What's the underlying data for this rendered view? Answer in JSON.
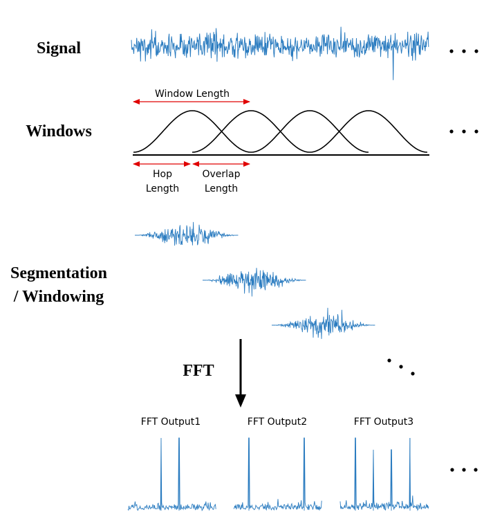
{
  "labels": {
    "signal": "Signal",
    "windows": "Windows",
    "segmentation_line1": "Segmentation",
    "segmentation_line2": "/ Windowing",
    "fft": "FFT"
  },
  "annotations": {
    "window_length": "Window Length",
    "hop_line1": "Hop",
    "hop_line2": "Length",
    "overlap_line1": "Overlap",
    "overlap_line2": "Length"
  },
  "fft_outputs": [
    {
      "title": "FFT Output1",
      "peaks": 2
    },
    {
      "title": "FFT Output2",
      "peaks": 2
    },
    {
      "title": "FFT Output3",
      "peaks": 4
    }
  ],
  "windows_shown": 4,
  "colors": {
    "signal": "#2b7cc0",
    "arrow": "#e00000",
    "ink": "#000000"
  }
}
